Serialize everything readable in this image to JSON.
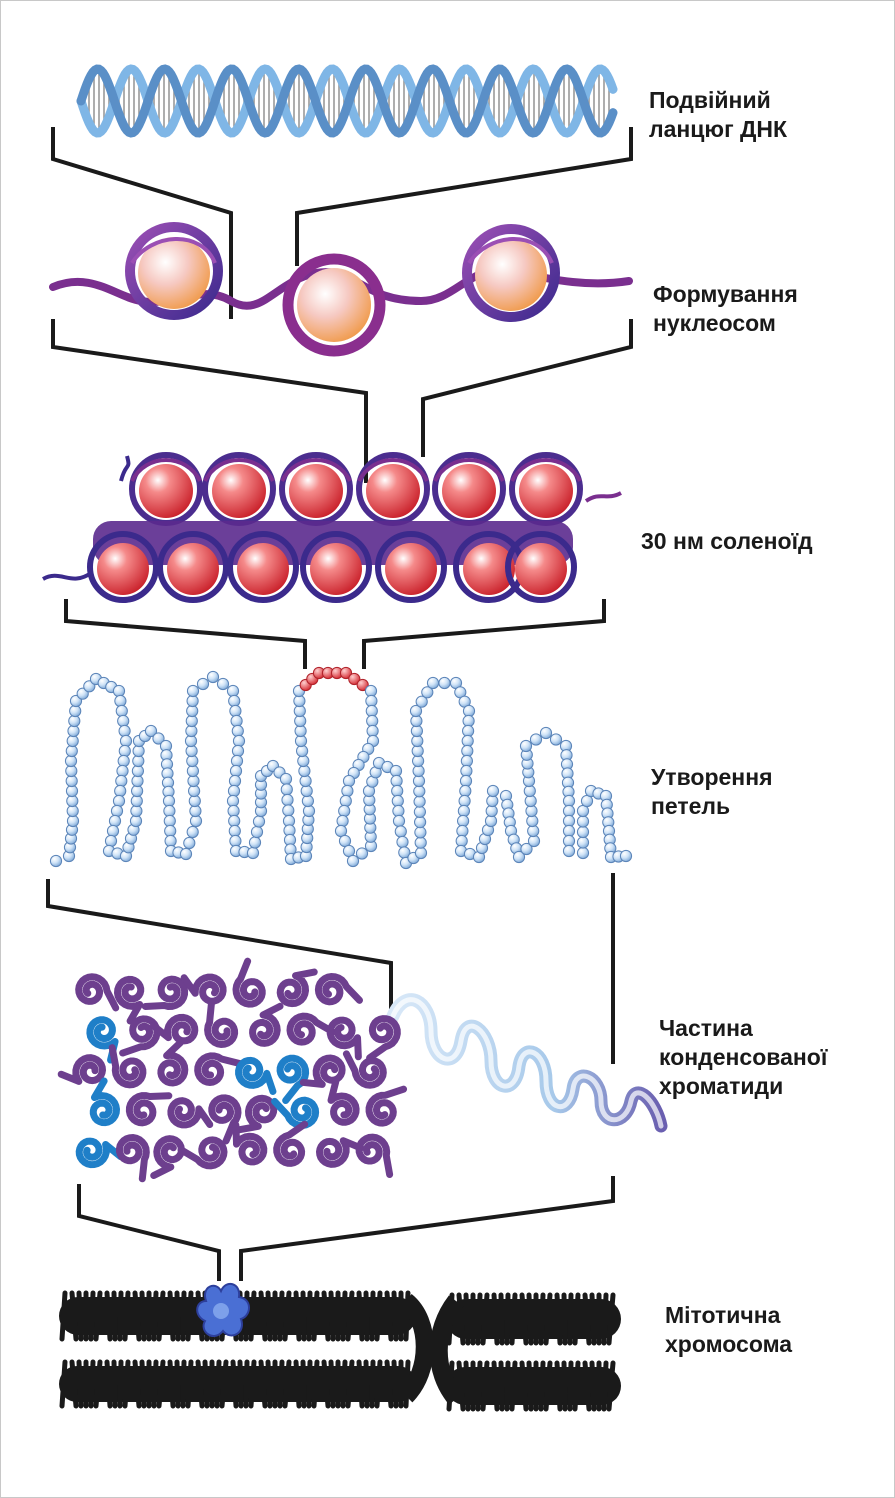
{
  "colors": {
    "dna_strand": "#7fb6e6",
    "dna_rungs": "#b9b9b9",
    "nucleosome_fiber": "#7a2f8f",
    "nucleosome_core": "#f4a36a",
    "solenoid_bead": "#e84b52",
    "solenoid_fiber": "#3b2a8c",
    "loop_bead": "#b7d5f2",
    "loop_bead_highlight": "#e8484e",
    "chromatid_fiber": "#6d3f8e",
    "chromatid_blue": "#1f7fc8",
    "chromosome": "#1a1a1a",
    "connector": "#1a1a1a"
  },
  "stages": [
    {
      "id": "dna",
      "icon": "dna-double-helix-icon",
      "lines": [
        "Подвійний",
        "ланцюг ДНК"
      ]
    },
    {
      "id": "nucleosomes",
      "icon": "nucleosome-icon",
      "lines": [
        "Формування",
        "нуклеосом"
      ]
    },
    {
      "id": "solenoid",
      "icon": "solenoid-icon",
      "lines": [
        "30 нм соленоїд"
      ]
    },
    {
      "id": "loops",
      "icon": "chromatin-loops-icon",
      "lines": [
        "Утворення",
        "петель"
      ]
    },
    {
      "id": "chromatid",
      "icon": "condensed-chromatid-icon",
      "lines": [
        "Частина",
        "конденсованої",
        "хроматиди"
      ]
    },
    {
      "id": "chromosome",
      "icon": "mitotic-chromosome-icon",
      "lines": [
        "Мітотична",
        "хромосома"
      ]
    }
  ]
}
